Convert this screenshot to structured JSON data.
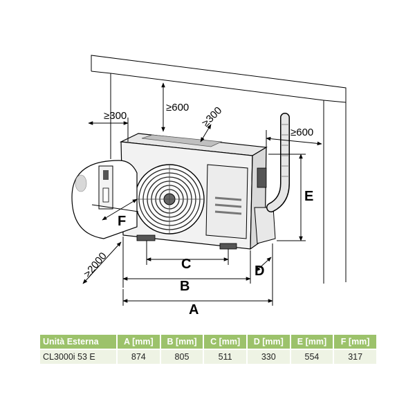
{
  "colors": {
    "header_bg": "#9cc26b",
    "row_bg": "#eef3e4",
    "header_text": "#ffffff",
    "line": "#000000"
  },
  "labels": {
    "min_300_left": "≥300",
    "min_600_top": "≥600",
    "min_300_rear": "≥300",
    "min_600_right": "≥600",
    "min_2000_front": "≥2000",
    "dim_a": "A",
    "dim_b": "B",
    "dim_c": "C",
    "dim_d": "D",
    "dim_e": "E",
    "dim_f": "F"
  },
  "table": {
    "headers": [
      "Unità Esterna",
      "A [mm]",
      "B [mm]",
      "C [mm]",
      "D [mm]",
      "E [mm]",
      "F [mm]"
    ],
    "rows": [
      [
        "CL3000i 53 E",
        "874",
        "805",
        "511",
        "330",
        "554",
        "317"
      ]
    ]
  }
}
